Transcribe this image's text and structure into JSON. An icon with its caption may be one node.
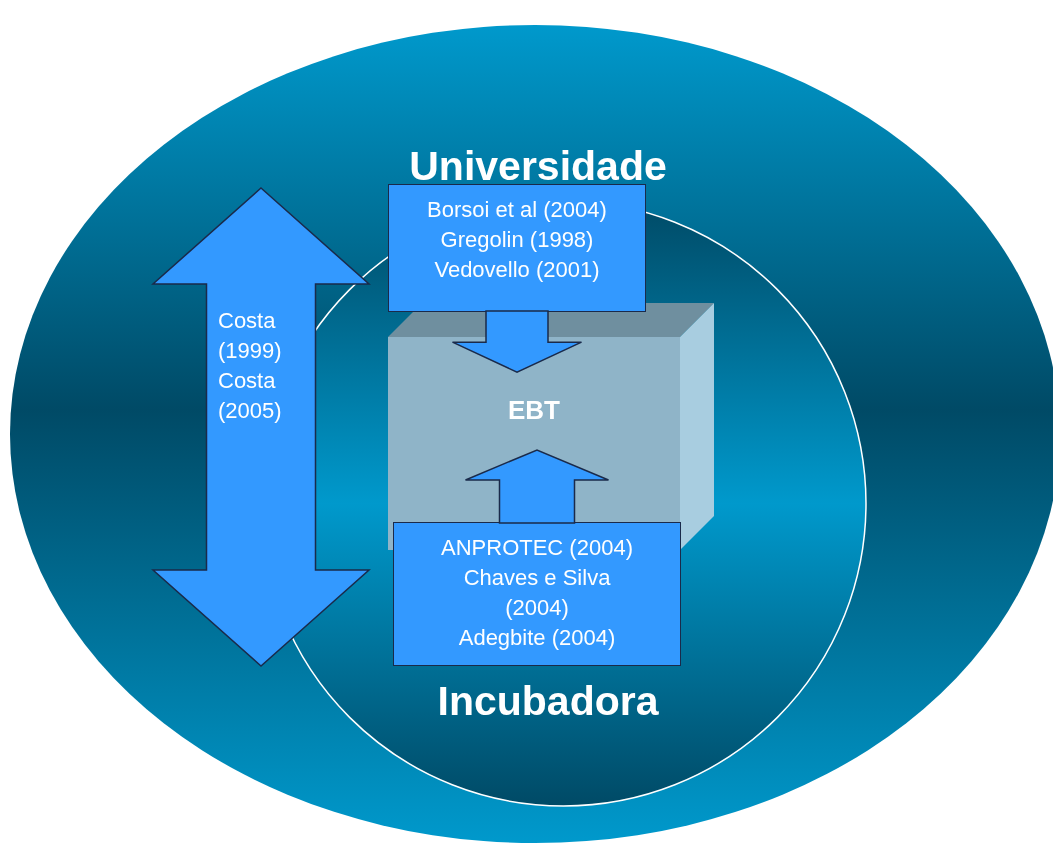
{
  "diagram": {
    "nodes": [
      {
        "text": [
          "Universidade"
        ]
      },
      {
        "text": [
          "Incubadora"
        ],
        "in": 0
      },
      {
        "text": [
          "EBT"
        ],
        "in": 1
      },
      {
        "text": [
          "Borsoi et al (2004)",
          "Gregolin (1998)",
          "Vedovello (2001)"
        ],
        "in": 0
      },
      {
        "text": [
          "ANPROTEC (2004)",
          "Chaves e Silva (2004)",
          "Adegbite (2004)"
        ],
        "in": 1
      },
      {
        "text": [
          "Costa (1999)",
          "Costa (2005)"
        ],
        "in": 0
      }
    ],
    "edges": [
      {
        "from": 3,
        "to": 2,
        "arrow": "to"
      },
      {
        "from": 4,
        "to": 2,
        "arrow": "to"
      }
    ]
  }
}
